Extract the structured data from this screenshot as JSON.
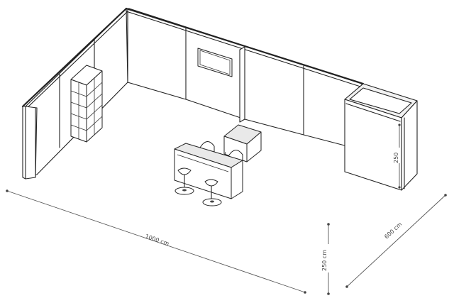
{
  "dimensions": {
    "length_label": "1000 cm",
    "depth_label": "600 cm",
    "height_label": "250 cm",
    "storage_height_label": "250"
  },
  "colors": {
    "line": "#222222",
    "dimension": "#555555",
    "background": "#ffffff"
  }
}
